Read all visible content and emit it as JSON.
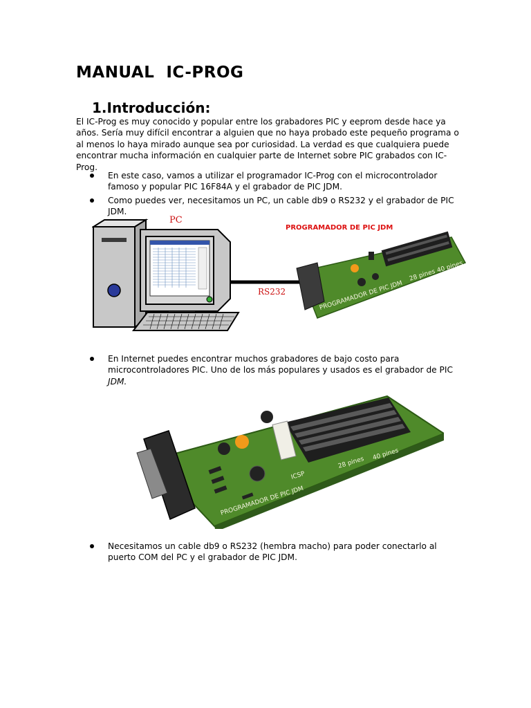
{
  "document": {
    "title": "MANUAL  IC-PROG",
    "section": {
      "number": "1.",
      "heading": "Introducción:"
    },
    "intro": "El IC-Prog es muy conocido y popular entre los grabadores PIC y eeprom desde hace ya años. Sería muy difícil encontrar a alguien que no haya probado este pequeño programa o al menos lo haya mirado aunque sea por curiosidad. La verdad es que cualquiera puede encontrar mucha información en cualquier parte de Internet sobre PIC grabados con IC-Prog.",
    "bullets_1": [
      "En este caso, vamos a utilizar el programador IC-Prog con el microcontrolador famoso y popular PIC 16F84A y el grabador de PIC JDM.",
      "Como puedes ver, necesitamos un PC, un cable db9 o RS232 y el grabador de PIC JDM."
    ],
    "figure_1": {
      "label_pc": "PC",
      "label_programmer": "PROGRAMADOR DE PIC JDM",
      "label_cable": "RS232",
      "pcb_text": "PROGRAMADOR DE PIC JDM",
      "pin_labels": [
        "28 pines",
        "40 pines"
      ]
    },
    "bullets_2_text": "En Internet puedes encontrar muchos grabadores de bajo costo para microcontroladores PIC. Uno de los más populares y usados es el grabador de PIC ",
    "bullets_2_italic": "JDM.",
    "figure_2": {
      "pcb_text": "PROGRAMADOR DE PIC JDM",
      "pin_labels": [
        "28 pines",
        "40 pines"
      ],
      "icsp_label": "ICSP"
    },
    "bullets_3": [
      "Necesitamos un cable db9 o RS232 (hembra macho) para poder conectarlo al puerto COM del PC y el grabador de PIC JDM."
    ]
  },
  "colors": {
    "pcb_green": "#4f8a2a",
    "label_red": "#cc1111",
    "pc_gray": "#c8c8c8"
  }
}
